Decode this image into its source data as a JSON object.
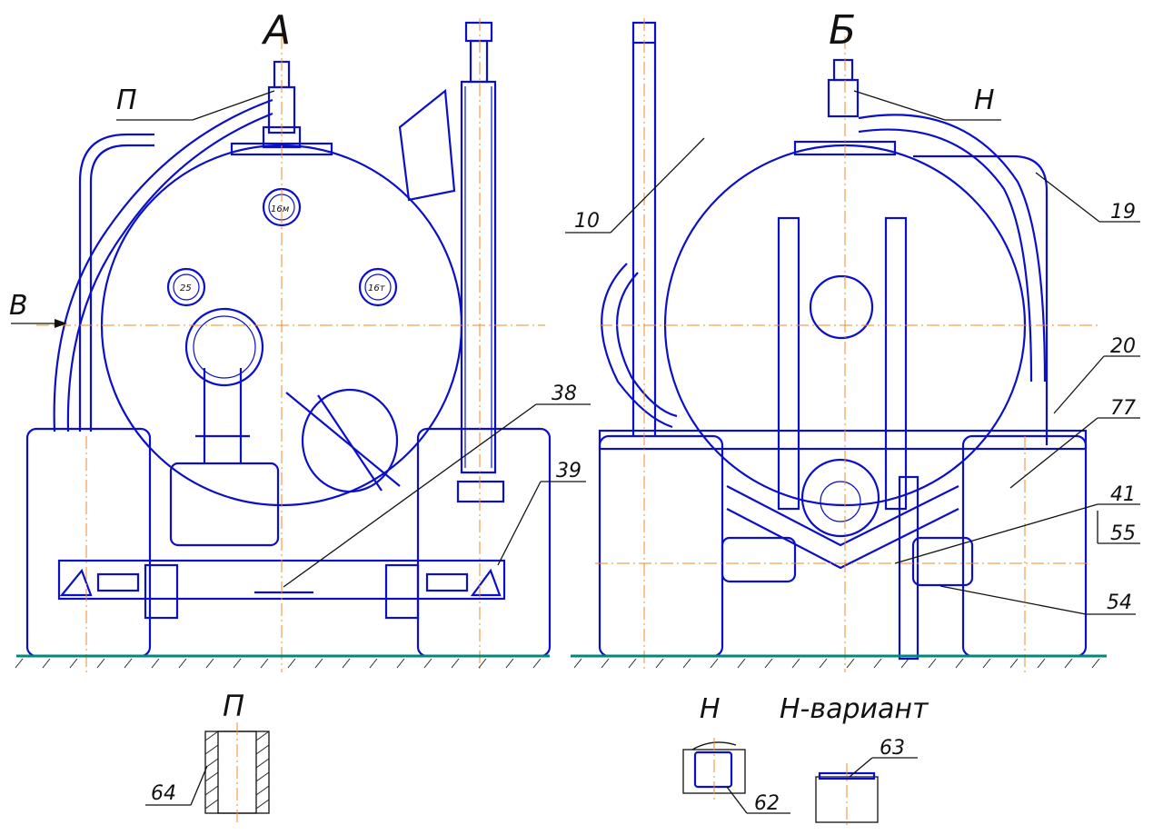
{
  "views": {
    "front": {
      "title": "А",
      "marker_p": "П",
      "marker_v": "В"
    },
    "rear": {
      "title": "Б",
      "marker_n": "Н"
    }
  },
  "ports": [
    {
      "id": "top",
      "text": "16м"
    },
    {
      "id": "left",
      "text": "25"
    },
    {
      "id": "right",
      "text": "16т"
    }
  ],
  "callouts": [
    "38",
    "39",
    "10",
    "19",
    "20",
    "77",
    "41",
    "55",
    "54",
    "64",
    "62",
    "63"
  ],
  "details": {
    "p_title": "П",
    "n_title": "Н",
    "n_variant_title": "Н-вариант"
  },
  "colors": {
    "line": "#0b10c8",
    "axis": "#f08a24",
    "ground": "#00897b"
  }
}
